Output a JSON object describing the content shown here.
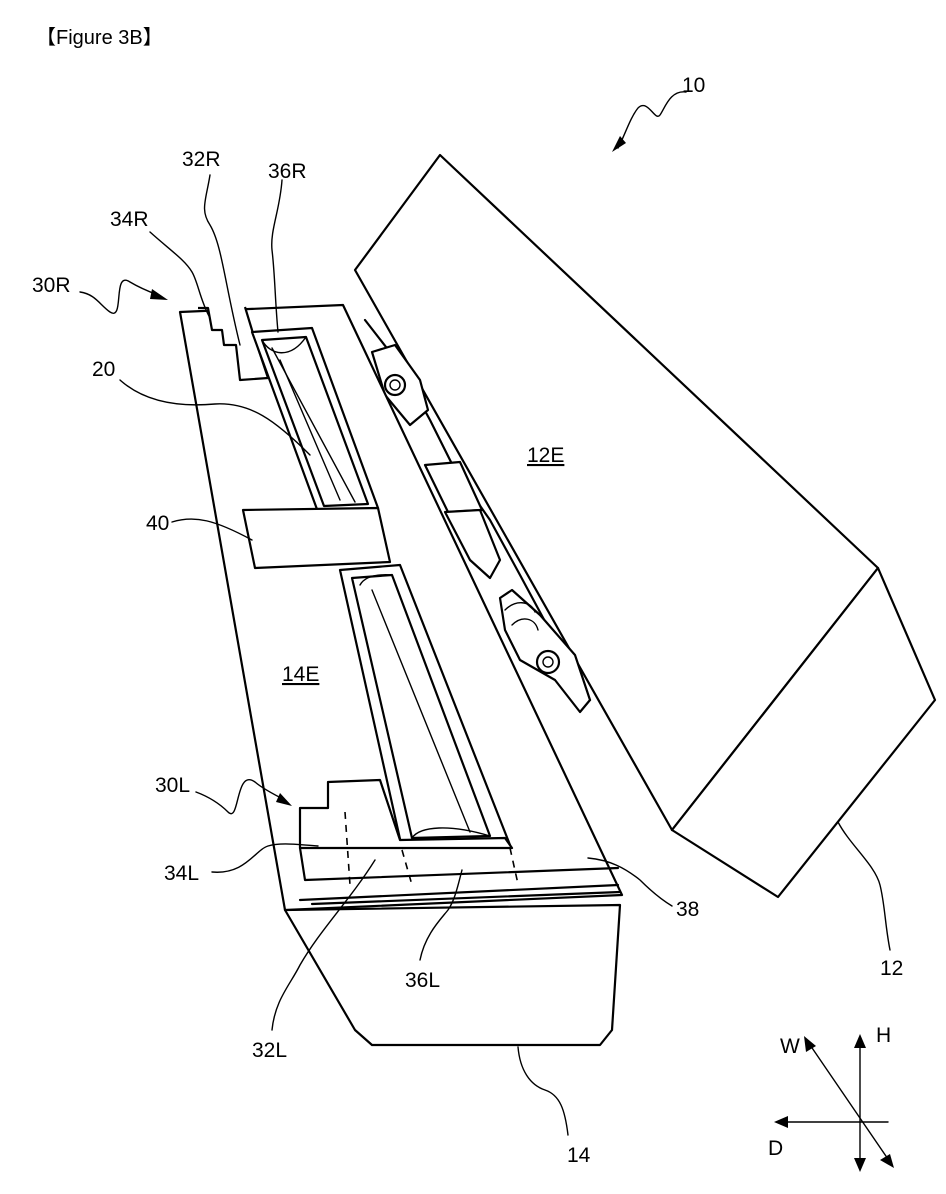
{
  "figure": {
    "title": "【Figure 3B】"
  },
  "labels": {
    "l10": "10",
    "l12": "12",
    "l12E": "12E",
    "l14": "14",
    "l14E": "14E",
    "l20": "20",
    "l30R": "30R",
    "l30L": "30L",
    "l32R": "32R",
    "l32L": "32L",
    "l34R": "34R",
    "l34L": "34L",
    "l36R": "36R",
    "l36L": "36L",
    "l38": "38",
    "l40": "40"
  },
  "axes": {
    "W": "W",
    "H": "H",
    "D": "D"
  }
}
